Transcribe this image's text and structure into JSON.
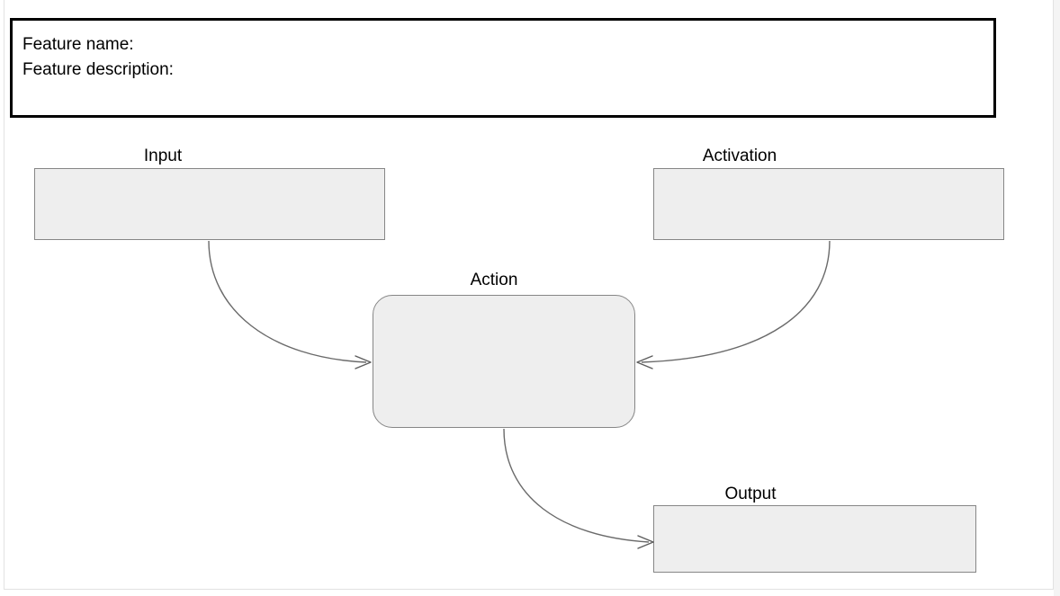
{
  "header": {
    "feature_name_label": "Feature name:",
    "feature_description_label": "Feature description:"
  },
  "nodes": [
    {
      "id": "input",
      "label": "Input",
      "shape": "rectangle",
      "fill": "#eeeeee",
      "border": "#868686"
    },
    {
      "id": "activation",
      "label": "Activation",
      "shape": "rectangle",
      "fill": "#eeeeee",
      "border": "#868686"
    },
    {
      "id": "action",
      "label": "Action",
      "shape": "rounded-rectangle",
      "fill": "#eeeeee",
      "border": "#868686"
    },
    {
      "id": "output",
      "label": "Output",
      "shape": "rectangle",
      "fill": "#eeeeee",
      "border": "#868686"
    }
  ],
  "connectors": [
    {
      "id": "input-to-action",
      "from": "input",
      "to": "action"
    },
    {
      "id": "activation-to-action",
      "from": "activation",
      "to": "action"
    },
    {
      "id": "action-to-output",
      "from": "action",
      "to": "output"
    }
  ],
  "colors": {
    "node_fill": "#eeeeee",
    "node_border": "#868686",
    "header_border": "#000000",
    "connector": "#6a6a6a",
    "page_background": "#ffffff"
  }
}
